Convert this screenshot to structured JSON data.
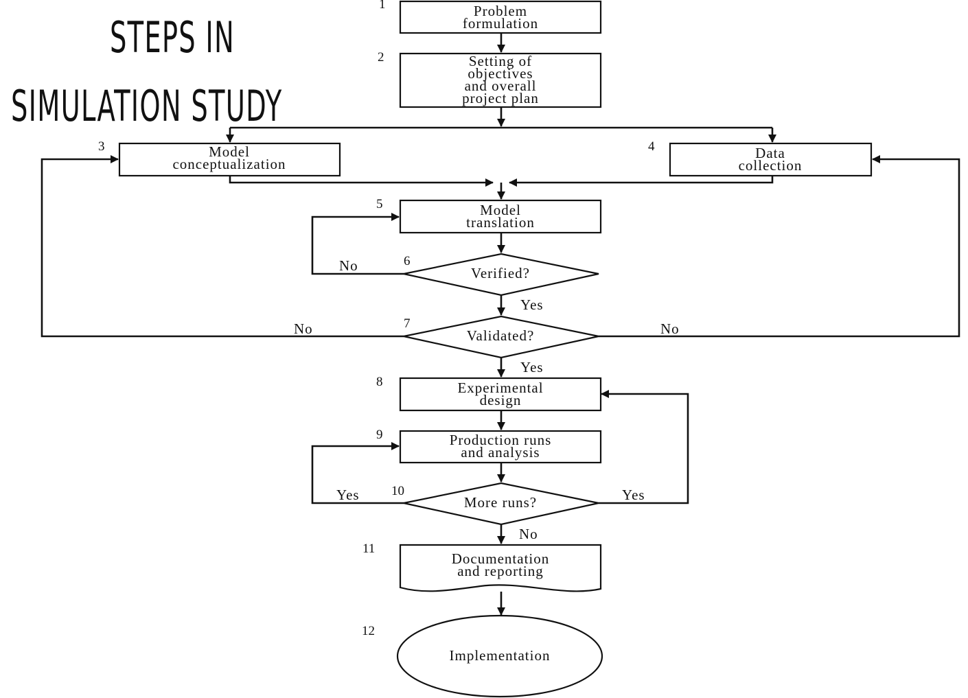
{
  "title": {
    "line1": "STEPS IN",
    "line2": "SIMULATION STUDY"
  },
  "steps": {
    "s1": {
      "number": "1",
      "lines": [
        "Problem",
        "formulation"
      ]
    },
    "s2": {
      "number": "2",
      "lines": [
        "Setting of",
        "objectives",
        "and overall",
        "project plan"
      ]
    },
    "s3": {
      "number": "3",
      "lines": [
        "Model",
        "conceptualization"
      ]
    },
    "s4": {
      "number": "4",
      "lines": [
        "Data",
        "collection"
      ]
    },
    "s5": {
      "number": "5",
      "lines": [
        "Model",
        "translation"
      ]
    },
    "s6": {
      "number": "6",
      "lines": [
        "Verified?"
      ]
    },
    "s7": {
      "number": "7",
      "lines": [
        "Validated?"
      ]
    },
    "s8": {
      "number": "8",
      "lines": [
        "Experimental",
        "design"
      ]
    },
    "s9": {
      "number": "9",
      "lines": [
        "Production runs",
        "and analysis"
      ]
    },
    "s10": {
      "number": "10",
      "lines": [
        "More runs?"
      ]
    },
    "s11": {
      "number": "11",
      "lines": [
        "Documentation",
        "and reporting"
      ]
    },
    "s12": {
      "number": "12",
      "lines": [
        "Implementation"
      ]
    }
  },
  "branches": {
    "verified_no": "No",
    "verified_yes": "Yes",
    "validated_no_left": "No",
    "validated_no_right": "No",
    "validated_yes": "Yes",
    "more_runs_yes_left": "Yes",
    "more_runs_yes_right": "Yes",
    "more_runs_no": "No"
  }
}
